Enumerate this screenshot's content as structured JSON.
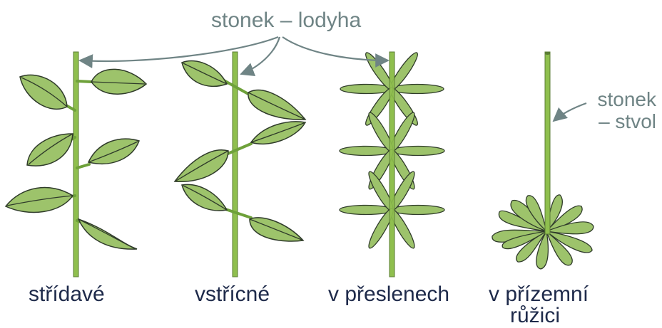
{
  "annotations": {
    "stem_leafy": "stonek – lodyha",
    "stem_scape_line1": "stonek",
    "stem_scape_line2": "– stvol"
  },
  "captions": {
    "alternate": "střídavé",
    "opposite": "vstřícné",
    "whorled": "v přeslenech",
    "rosette_line1": "v přízemní",
    "rosette_line2": "růžici"
  },
  "colors": {
    "leaf_fill": "#9dc36b",
    "leaf_stroke": "#2f3b2a",
    "stem_fill": "#8fbf4e",
    "stem_stroke": "#5b7d34",
    "annotation": "#6f8485",
    "caption": "#1e2a4a"
  }
}
